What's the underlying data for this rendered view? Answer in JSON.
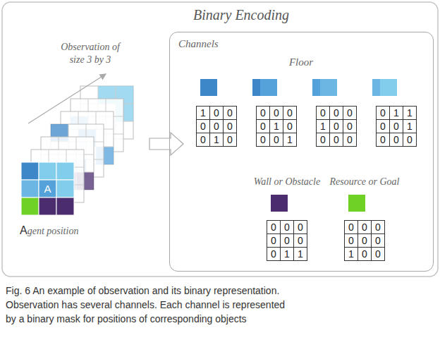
{
  "diagram": {
    "title": "Binary Encoding",
    "caption": "Fig. 6 An example of observation and its binary representation. Observation has several channels. Each channel is represented by a binary mask for positions of corresponding objects",
    "nodes": [
      {
        "text": [
          "Channels"
        ]
      }
    ],
    "labels": [
      "Observation of size 3 by 3",
      "A",
      "Agent position",
      "Floor",
      "1",
      "0",
      "0",
      "0",
      "0",
      "0",
      "0",
      "1",
      "0",
      "0",
      "0",
      "0",
      "0",
      "1",
      "0",
      "0",
      "0",
      "1",
      "0",
      "0",
      "0",
      "1",
      "0",
      "0",
      "0",
      "0",
      "0",
      "0",
      "1",
      "1",
      "0",
      "0",
      "1",
      "0",
      "0",
      "0",
      "Wall or Obstacle",
      "0",
      "0",
      "0",
      "0",
      "0",
      "0",
      "0",
      "1",
      "1",
      "Resource or Goal",
      "0",
      "0",
      "0",
      "0",
      "0",
      "0",
      "1",
      "0",
      "0"
    ]
  }
}
